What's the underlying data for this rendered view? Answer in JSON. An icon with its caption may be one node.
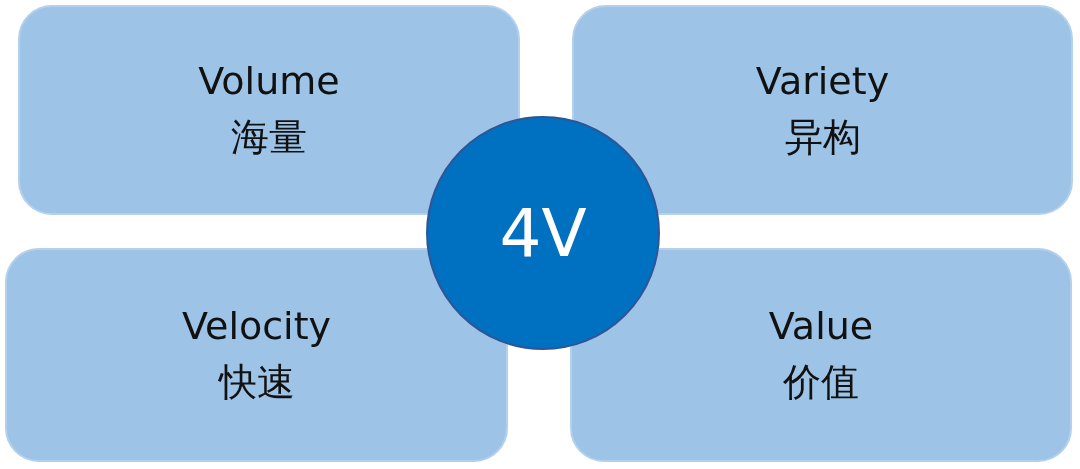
{
  "diagram": {
    "nodes": [
      {
        "text": [
          "Volume",
          "海量"
        ]
      },
      {
        "text": [
          "Variety",
          "异构"
        ]
      },
      {
        "text": [
          "4V"
        ]
      },
      {
        "text": [
          "Velocity",
          "快速"
        ]
      },
      {
        "text": [
          "Value",
          "价值"
        ]
      }
    ],
    "edges": []
  }
}
